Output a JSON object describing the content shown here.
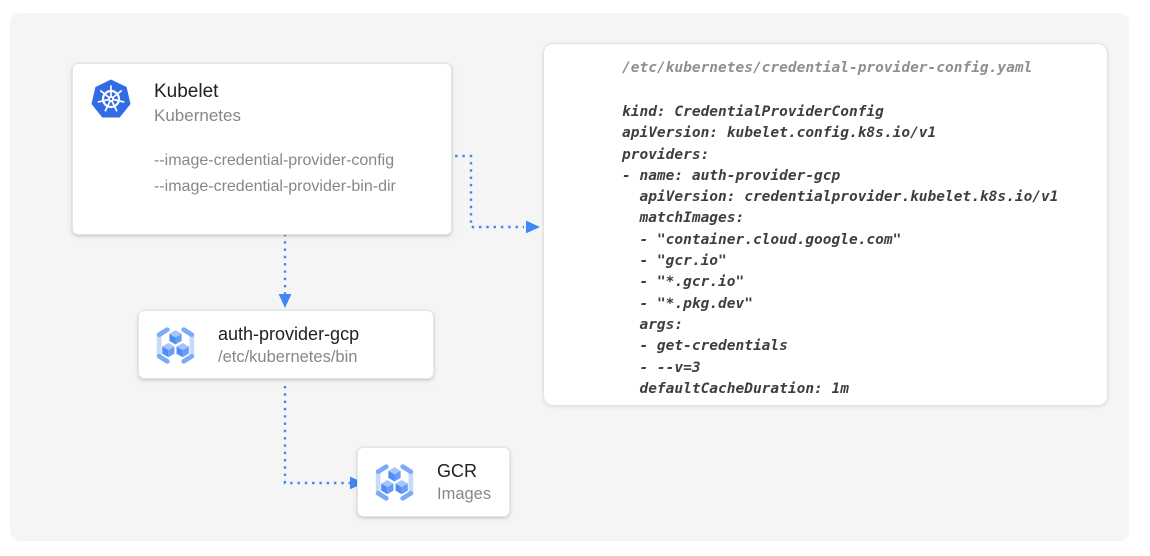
{
  "nodes": {
    "kubelet": {
      "title": "Kubelet",
      "subtitle": "Kubernetes",
      "flags": [
        "--image-credential-provider-config",
        "--image-credential-provider-bin-dir"
      ]
    },
    "auth_provider": {
      "title": "auth-provider-gcp",
      "subtitle": "/etc/kubernetes/bin"
    },
    "gcr": {
      "title": "GCR",
      "subtitle": "Images"
    }
  },
  "code_panel": {
    "filename": "/etc/kubernetes/credential-provider-config.yaml",
    "lines": [
      "kind: CredentialProviderConfig",
      "apiVersion: kubelet.config.k8s.io/v1",
      "providers:",
      "- name: auth-provider-gcp",
      "  apiVersion: credentialprovider.kubelet.k8s.io/v1",
      "  matchImages:",
      "  - \"container.cloud.google.com\"",
      "  - \"gcr.io\"",
      "  - \"*.gcr.io\"",
      "  - \"*.pkg.dev\"",
      "  args:",
      "  - get-credentials",
      "  - --v=3",
      "  defaultCacheDuration: 1m"
    ]
  },
  "icons": {
    "kubelet": "kubernetes-helm-logo",
    "auth_provider": "gcr-cubes-logo",
    "gcr": "gcr-cubes-logo"
  },
  "colors": {
    "arrow_blue": "#4285f4",
    "kubernetes_blue": "#326ce5",
    "cube_top": "#a6c5fa",
    "cube_left": "#4d8df7",
    "cube_right": "#699bf8",
    "bracket_light": "#c8dafc",
    "bracket_medium": "#7baaf7",
    "canvas_gray": "#f5f5f6",
    "title_text": "#202124",
    "muted_text": "#84888d",
    "code_text": "#3b3e42",
    "code_filename_text": "#8b9095"
  }
}
